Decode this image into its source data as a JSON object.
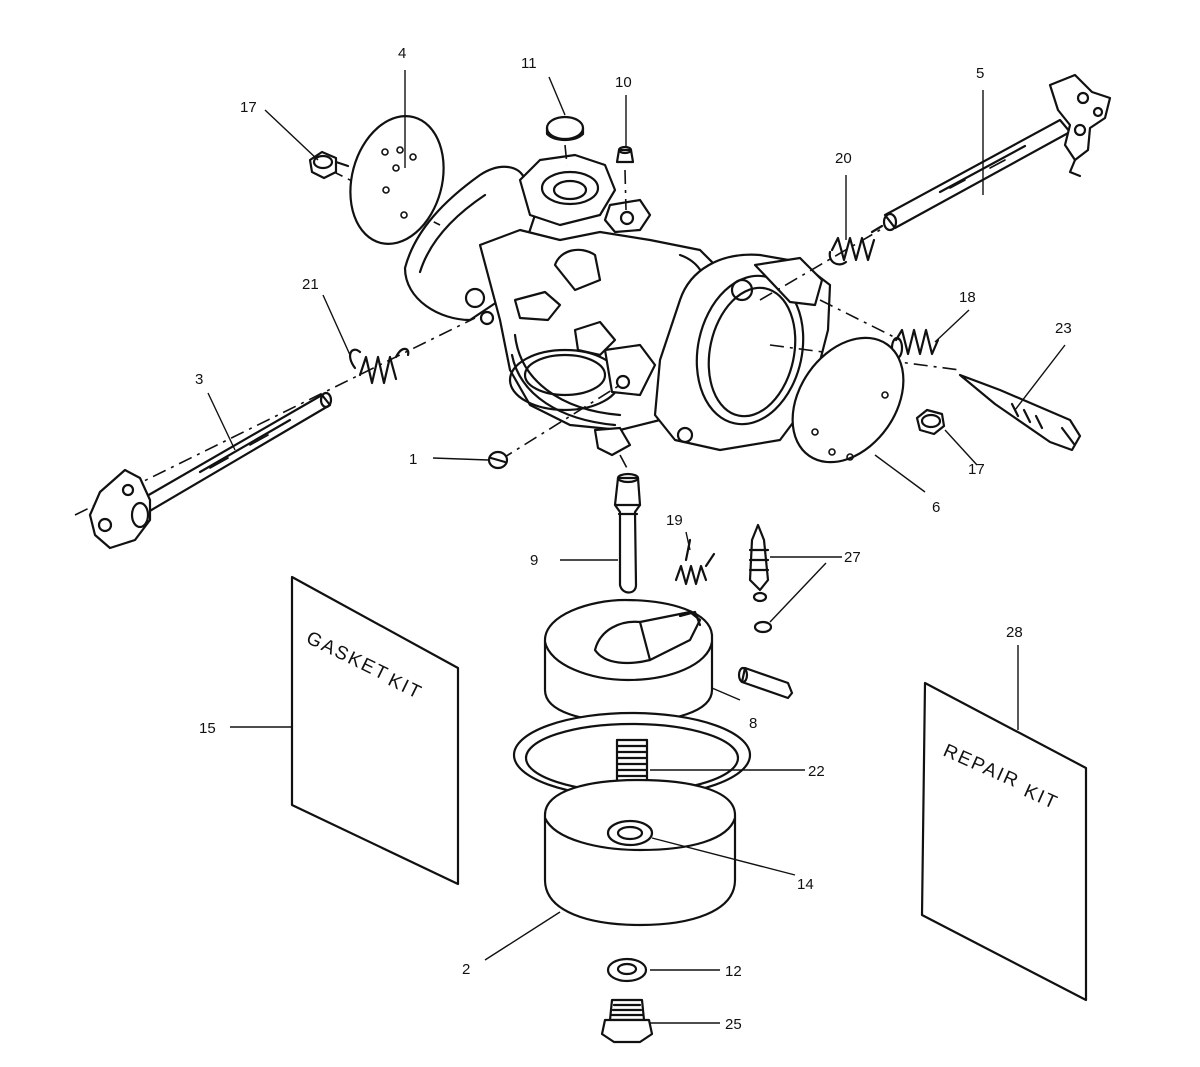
{
  "callouts": {
    "c1": "1",
    "c2": "2",
    "c3": "3",
    "c4": "4",
    "c5": "5",
    "c6": "6",
    "c8": "8",
    "c9": "9",
    "c10": "10",
    "c11": "11",
    "c12": "12",
    "c14": "14",
    "c15": "15",
    "c17a": "17",
    "c17b": "17",
    "c18": "18",
    "c19": "19",
    "c20": "20",
    "c21": "21",
    "c22": "22",
    "c23": "23",
    "c25": "25",
    "c27": "27",
    "c28": "28"
  },
  "kits": {
    "gasket_line1": "GASKET",
    "gasket_line2": "KIT",
    "repair_line1": "REPAIR",
    "repair_line2": "KIT"
  }
}
